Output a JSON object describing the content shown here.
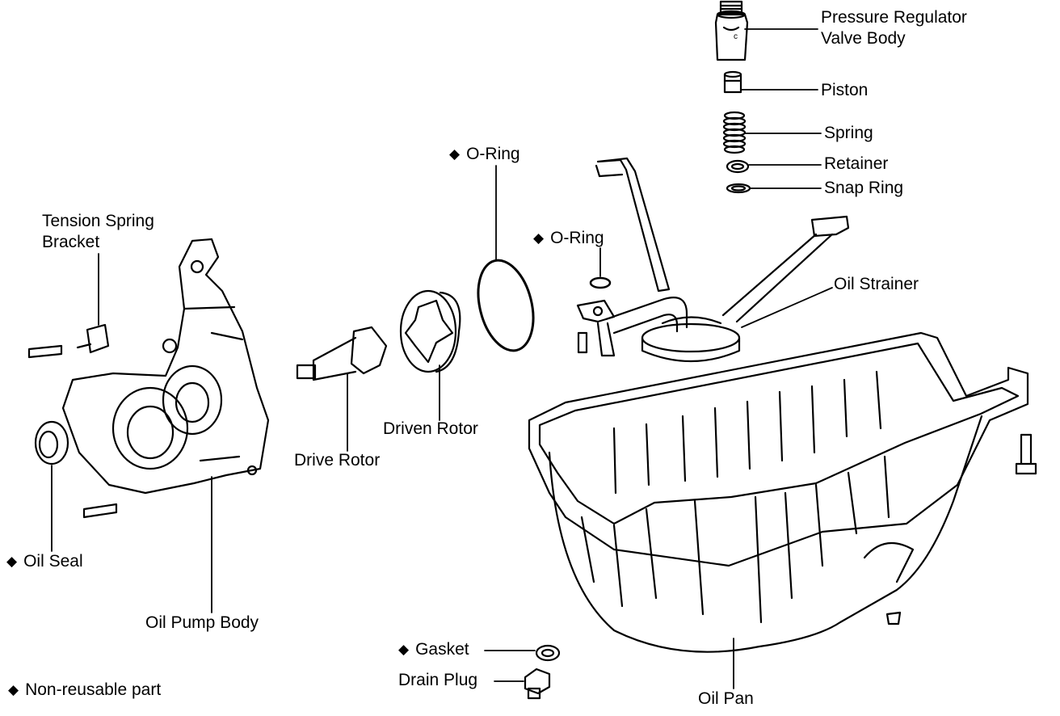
{
  "marker_symbol": "◆",
  "labels": {
    "pressure_regulator_line1": "Pressure Regulator",
    "pressure_regulator_line2": "Valve Body",
    "piston": "Piston",
    "spring": "Spring",
    "retainer": "Retainer",
    "snap_ring": "Snap Ring",
    "o_ring_large": "O-Ring",
    "o_ring_small": "O-Ring",
    "oil_strainer": "Oil Strainer",
    "tension_spring_line1": "Tension Spring",
    "tension_spring_line2": "Bracket",
    "driven_rotor": "Driven Rotor",
    "drive_rotor": "Drive Rotor",
    "oil_seal": "Oil Seal",
    "oil_pump_body": "Oil Pump Body",
    "gasket": "Gasket",
    "drain_plug": "Drain Plug",
    "oil_pan": "Oil Pan",
    "legend": "Non-reusable part"
  }
}
